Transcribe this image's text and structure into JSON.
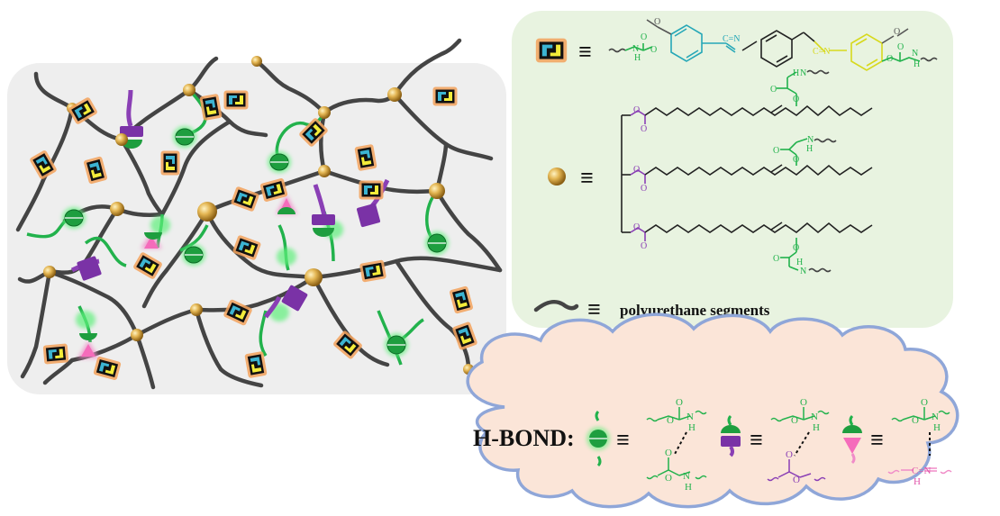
{
  "legend": {
    "equiv_symbol": "≡",
    "polyurethane_label": "polyurethane segments",
    "hbond_label": "H-BOND:",
    "atoms": {
      "O": "O",
      "N": "N",
      "H": "H",
      "CN": "C=N",
      "methoxy_O": "O"
    }
  },
  "colors": {
    "panel_left": "#eeeeee",
    "panel_right": "#e8f3e0",
    "cloud_fill": "#fbe5d8",
    "cloud_stroke": "#8fa6d8",
    "chain": "#444444",
    "crosslinker": "#c99a3a",
    "imine_cyan": "#3cb4d2",
    "imine_yellow": "#f3ec3a",
    "imine_halo": "#f2a15b",
    "green_urethane": "#22b24c",
    "purple_ester": "#8a3fb5",
    "pink_imine": "#f08cc8",
    "teal_chem": "#25a7b7",
    "yellow_chem": "#d7d91d"
  }
}
